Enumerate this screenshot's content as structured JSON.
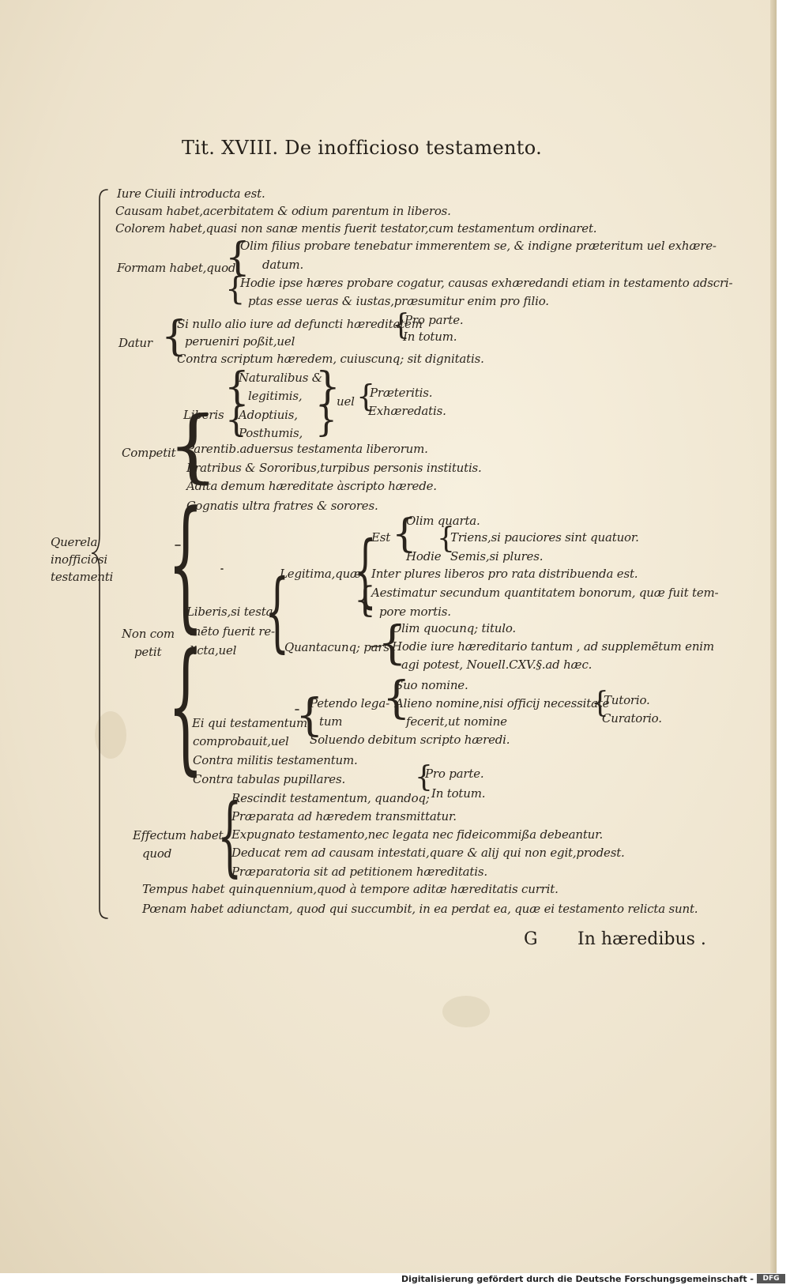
{
  "title": "Tit. XVIII. De inofficioso testamento.",
  "root_label": [
    "Querela",
    "inofficiosi",
    "testamenti"
  ],
  "top_items": [
    "Iure Ciuili introducta est.",
    "Causam habet,acerbitatem & odium parentum in liberos.",
    "Colorem habet,quasi non sanæ mentis fuerit testator,cum testamentum ordinaret."
  ],
  "forma": {
    "label": "Formam habet,quod",
    "olim": [
      "Olim filius probare tenebatur immerentem se, & indigne præteritum uel exhære-",
      "datum."
    ],
    "hodie": [
      "Hodie ipse hæres probare cogatur, causas exhæredandi etiam in testamento adscri-",
      "ptas esse ueras & iustas,præsumitur enim pro filio."
    ]
  },
  "datur": {
    "label": "Datur",
    "line1": "Si nullo alio iure ad defuncti hæreditatem",
    "line2": "perueniri poßit,uel",
    "pro_parte": "Pro parte.",
    "in_totum": "In totum.",
    "line3": "Contra scriptum hæredem, cuiuscunq; sit dignitatis."
  },
  "competit": {
    "label": "Competit",
    "liberis": "Liberis",
    "kinds": [
      "Naturalibus &",
      "legitimis,",
      "Adoptiuis,",
      "Posthumis,"
    ],
    "uel": "uel",
    "praet": "Præteritis.",
    "exh": "Exhæredatis.",
    "parentibus": "Parentib.aduersus testamenta liberorum.",
    "fratribus": "Fratribus & Sororibus,turpibus personis institutis.",
    "adita": "Adita demum hæreditate àscripto hærede."
  },
  "non_competit": {
    "label": [
      "Non com",
      "petit"
    ],
    "cognatis": "Cognatis ultra fratres & sorores.",
    "liberis_label": [
      "Liberis,si testa-",
      "mēto fuerit re-",
      "licta,uel"
    ],
    "legitima": "Legitima,quæ",
    "est": "Est",
    "olim_quarta": "Olim quarta.",
    "hodie": "Hodie",
    "triens": "Triens,si pauciores sint quatuor.",
    "semis": "Semis,si plures.",
    "inter": "Inter plures liberos pro rata distribuenda est.",
    "aestimatur": [
      "Aestimatur secundum quantitatem bonorum, quæ fuit tem-",
      "pore mortis."
    ],
    "quantacunq": "Quantacunq; pars",
    "olim_quocunq": "Olim quocunq; titulo.",
    "hodie_iure": [
      "Hodie iure hæreditario tantum , ad supplemētum enim",
      "agi potest, Nouell.CXV.§.ad hæc."
    ],
    "ei_qui": [
      "Ei qui testamentum",
      "comprobauit,uel"
    ],
    "petendo": [
      "Petendo lega-",
      "tum"
    ],
    "suo": "Suo nomine.",
    "alieno": [
      "Alieno nomine,nisi officij necessitate",
      "fecerit,ut nomine"
    ],
    "tutorio": "Tutorio.",
    "curatorio": "Curatorio.",
    "soluendo": "Soluendo debitum scripto hæredi.",
    "militis": "Contra militis testamentum.",
    "pupillares": "Contra tabulas pupillares."
  },
  "effectum": {
    "label": [
      "Effectum habet,",
      "quod"
    ],
    "rescindit": "Rescindit testamentum, quandoq;",
    "pro_parte": "Pro parte.",
    "in_totum": "In totum.",
    "items": [
      "Præparata ad hæredem transmittatur.",
      "Expugnato testamento,nec legata nec fideicommißa debeantur.",
      "Deducat rem ad causam intestati,quare & alij qui non egit,prodest.",
      "Præparatoria sit ad petitionem hæreditatis."
    ]
  },
  "tempus": "Tempus habet quinquennium,quod à tempore aditæ hæreditatis currit.",
  "poenam": "Pœnam habet adiunctam, quod qui succumbit, in ea perdat ea, quæ ei testamento relicta sunt.",
  "signature": "G",
  "catchword": "In hæredibus .",
  "footer": "Digitalisierung gefördert durch die Deutsche Forschungsgemeinschaft -",
  "footer_logo": "DFG"
}
